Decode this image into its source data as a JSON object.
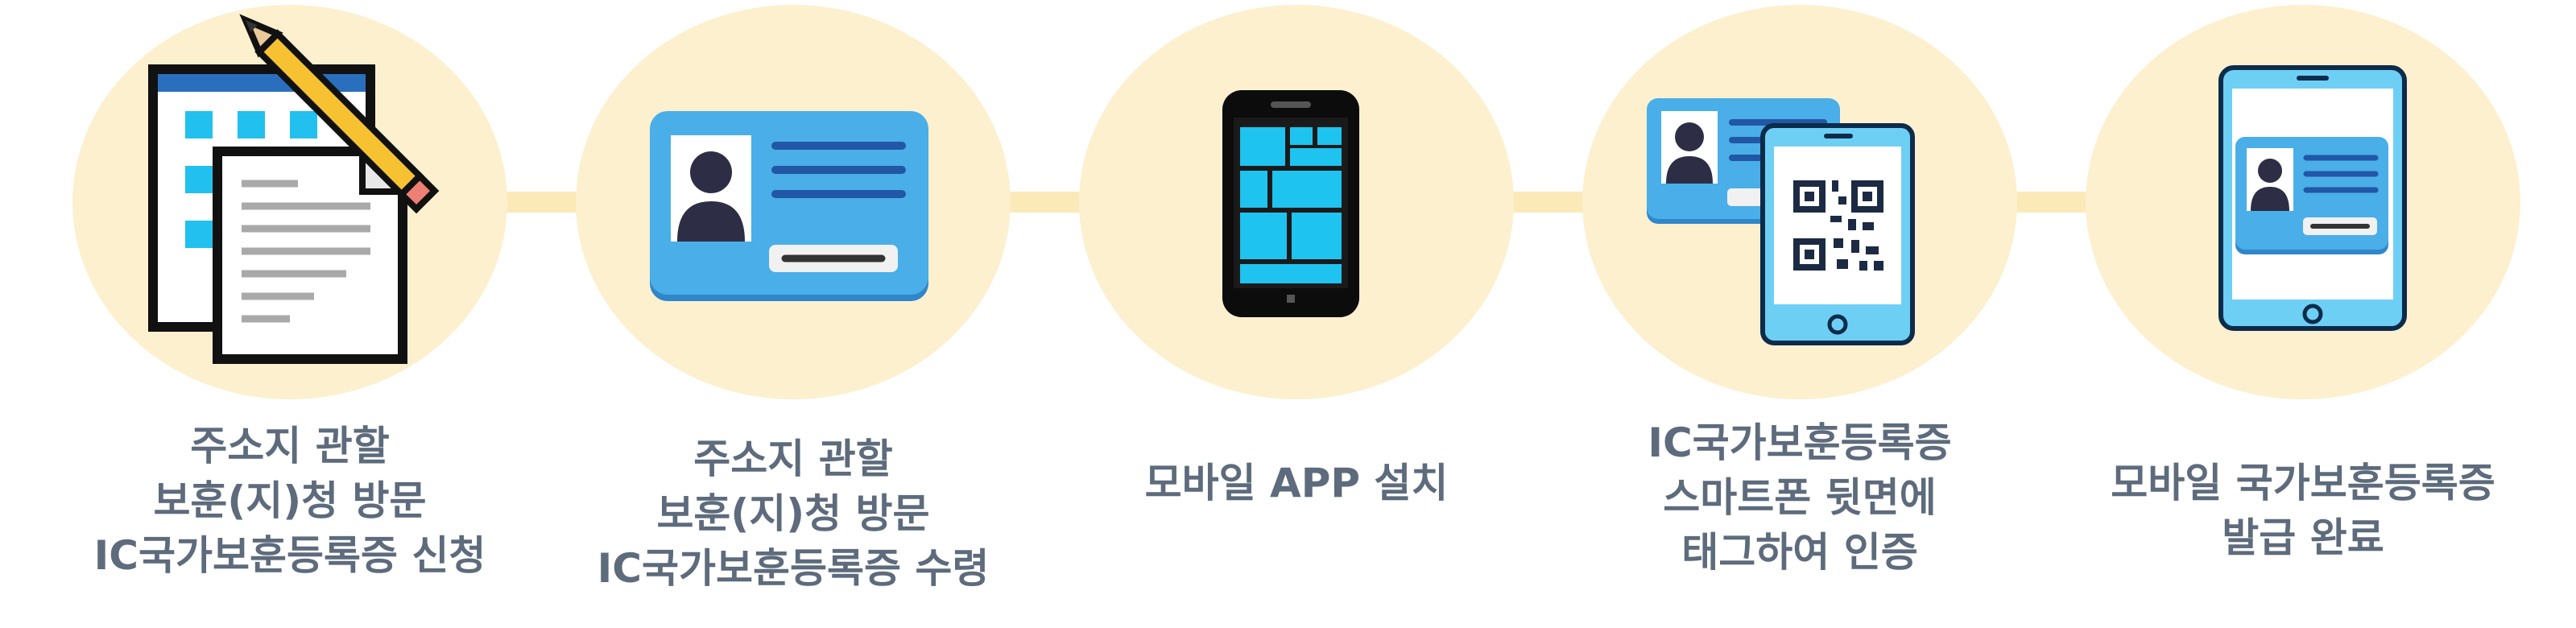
{
  "steps": [
    {
      "icon": "application-form-pencil-icon",
      "lines": [
        "주소지 관할",
        "보훈(지)청 방문",
        "IC국가보훈등록증 신청"
      ]
    },
    {
      "icon": "id-card-icon",
      "lines": [
        "주소지 관할",
        "보훈(지)청 방문",
        "IC국가보훈등록증 수령"
      ]
    },
    {
      "icon": "mobile-phone-icon",
      "lines": [
        "모바일 APP 설치"
      ]
    },
    {
      "icon": "card-tag-qr-phone-icon",
      "lines": [
        "IC국가보훈등록증",
        "스마트폰 뒷면에",
        "태그하여 인증"
      ]
    },
    {
      "icon": "tablet-id-card-icon",
      "lines": [
        "모바일 국가보훈등록증",
        "발급 완료"
      ]
    }
  ],
  "colors": {
    "circle": "#fdf0cf",
    "connector": "#fbe9b8",
    "card_blue": "#4aaee8",
    "screen_cyan": "#1ec3f0",
    "text": "#5d6b7c"
  }
}
